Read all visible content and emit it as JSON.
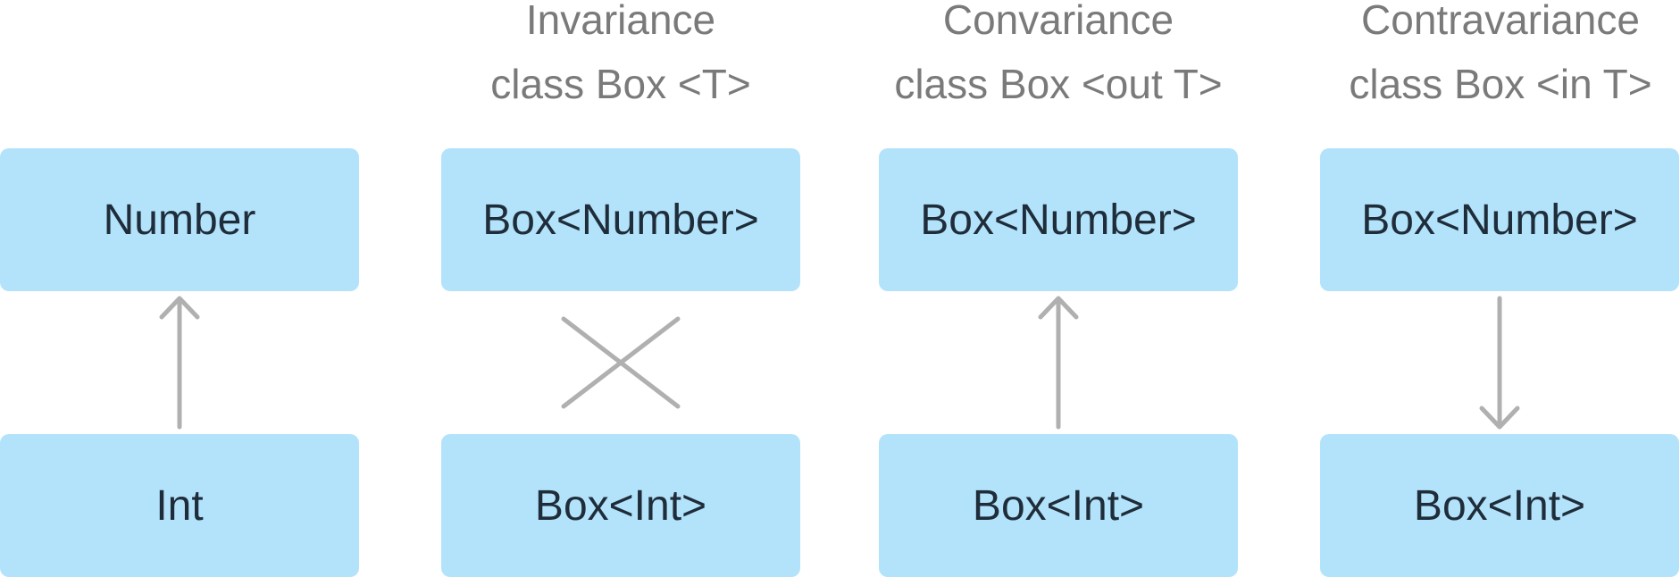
{
  "columns": [
    {
      "title": "",
      "subtitle": "",
      "top_box": "Number",
      "bottom_box": "Int",
      "relation": "arrow-up"
    },
    {
      "title": "Invariance",
      "subtitle": "class Box <T>",
      "top_box": "Box<Number>",
      "bottom_box": "Box<Int>",
      "relation": "cross"
    },
    {
      "title": "Convariance",
      "subtitle": "class Box <out T>",
      "top_box": "Box<Number>",
      "bottom_box": "Box<Int>",
      "relation": "arrow-up"
    },
    {
      "title": "Contravariance",
      "subtitle": "class Box <in T>",
      "top_box": "Box<Number>",
      "bottom_box": "Box<Int>",
      "relation": "arrow-down"
    }
  ],
  "colors": {
    "box_fill": "#b3e3fb",
    "box_text": "#1f2d3a",
    "heading_text": "#7a7a7a",
    "connector": "#b0b0b0"
  }
}
